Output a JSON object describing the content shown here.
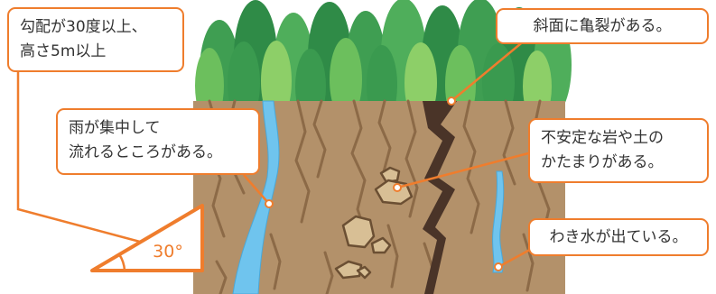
{
  "callouts": {
    "slope": {
      "line1": "勾配が30度以上、",
      "line2": "高さ5m以上"
    },
    "crack": {
      "text": "斜面に亀裂がある。"
    },
    "rain": {
      "line1": "雨が集中して",
      "line2": "流れるところがある。"
    },
    "rocks": {
      "line1": "不安定な岩や土の",
      "line2": "かたまりがある。"
    },
    "spring": {
      "text": "わき水が出ている。"
    }
  },
  "angle_label": "30°",
  "colors": {
    "accent": "#ef7d2d",
    "soil": "#b3916a",
    "soil_dark": "#8c6a47",
    "crack": "#4a3428",
    "water": "#6fc4ee",
    "tree_light": "#8dcf68",
    "tree_mid": "#4fae5b",
    "tree_dark": "#2f8b47"
  }
}
